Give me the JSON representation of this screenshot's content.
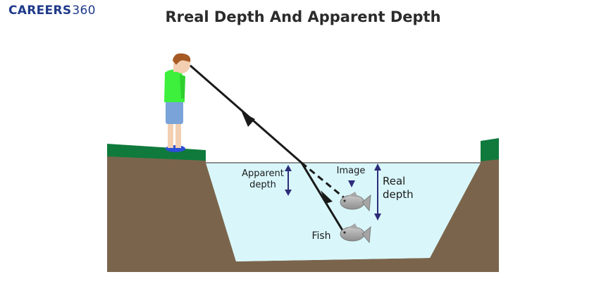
{
  "header": {
    "logo_main": "CAREERS",
    "logo_num": "360",
    "title": "Rreal Depth And Apparent Depth"
  },
  "labels": {
    "apparent_line1": "Apparent",
    "apparent_line2": "depth",
    "image": "Image",
    "real_line1": "Real",
    "real_line2": "depth",
    "fish": "Fish"
  },
  "colors": {
    "ground": "#7a654c",
    "grass": "#0f7a3c",
    "water": "#d9f7fb",
    "arrow": "#2c2c7a",
    "sky": "#ffffff"
  }
}
